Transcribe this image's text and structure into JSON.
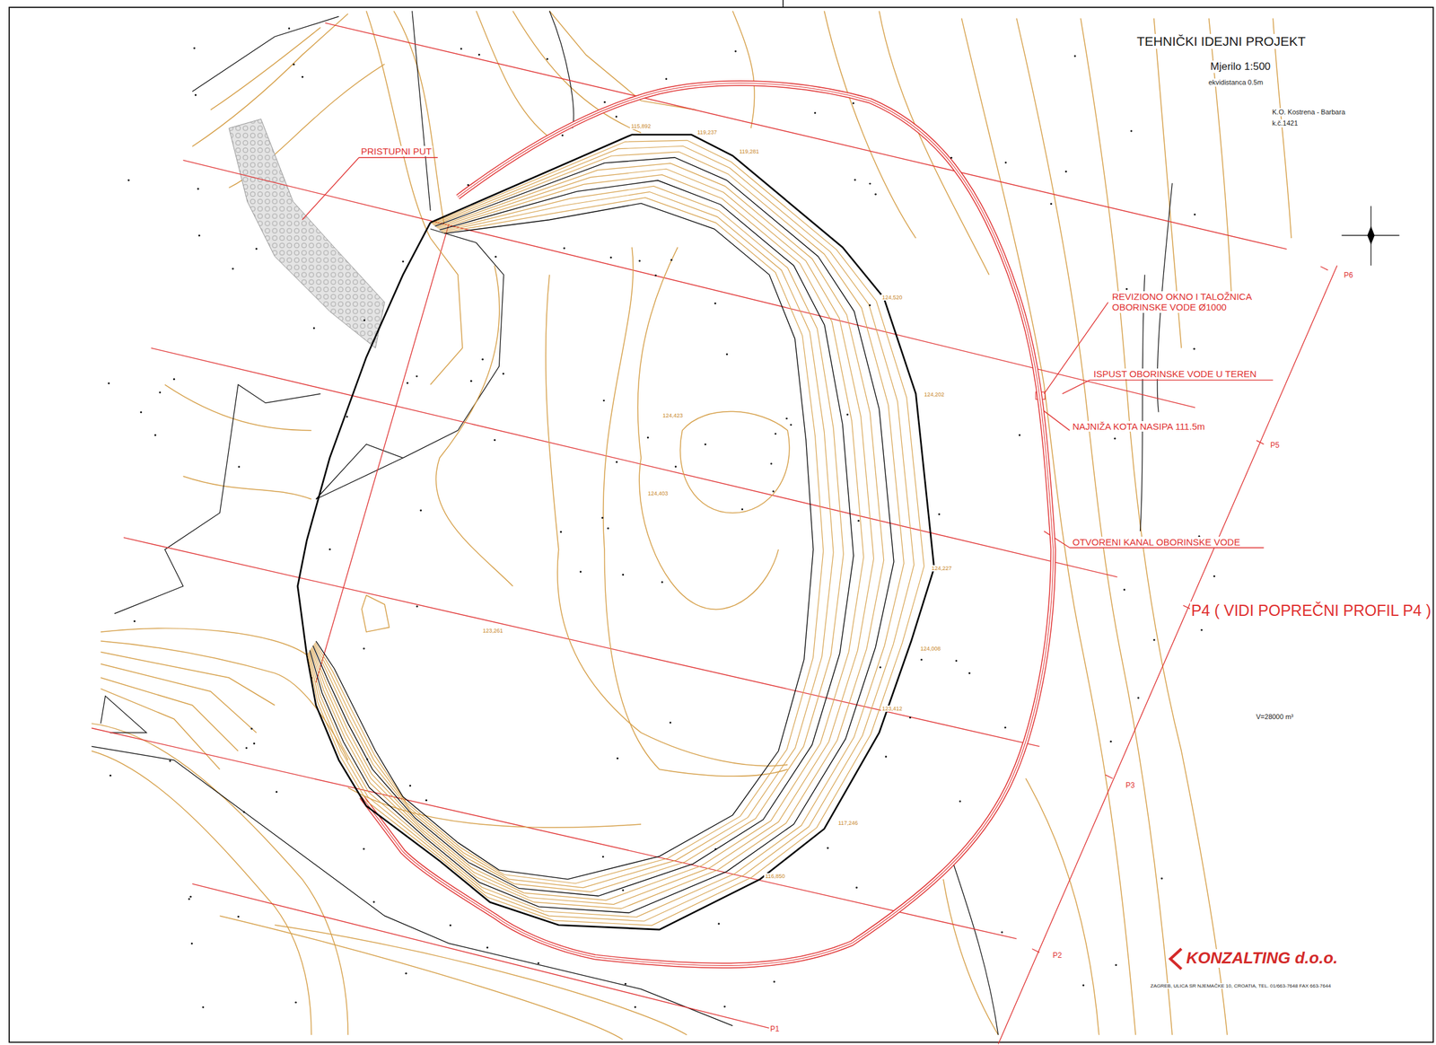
{
  "diagram": {
    "title": "TEHNIČKI IDEJNI PROJEKT",
    "labels": [
      "Mjerilo 1:500",
      "ekvidistanca 0.5m",
      "K.O. Kostrena - Barbara",
      "k.č.1421",
      "PRISTUPNI PUT",
      "REVIZIONO OKNO I TALOŽNICA OBORINSKE VODE Ø1000",
      "ISPUST OBORINSKE VODE U TEREN",
      "NAJNIŽA KOTA NASIPA 111.5m",
      "OTVORENI KANAL OBORINSKE VODE",
      "P4 ( VIDI POPREČNI PROFIL P4 )",
      "V=28000 m³",
      "P6",
      "P5",
      "P3",
      "P2",
      "P1",
      "KONZALTING d.o.o.",
      "ZAGREB, ULICA SR NJEMAČKE 10, CROATIA, TEL. 01/663-7648 FAX 663-7644",
      "124,520",
      "124,202",
      "124,227",
      "124,008",
      "123,412",
      "117,246",
      "116,850",
      "119,281",
      "119,237",
      "115,892",
      "123,261",
      "124,423",
      "124,403"
    ]
  }
}
